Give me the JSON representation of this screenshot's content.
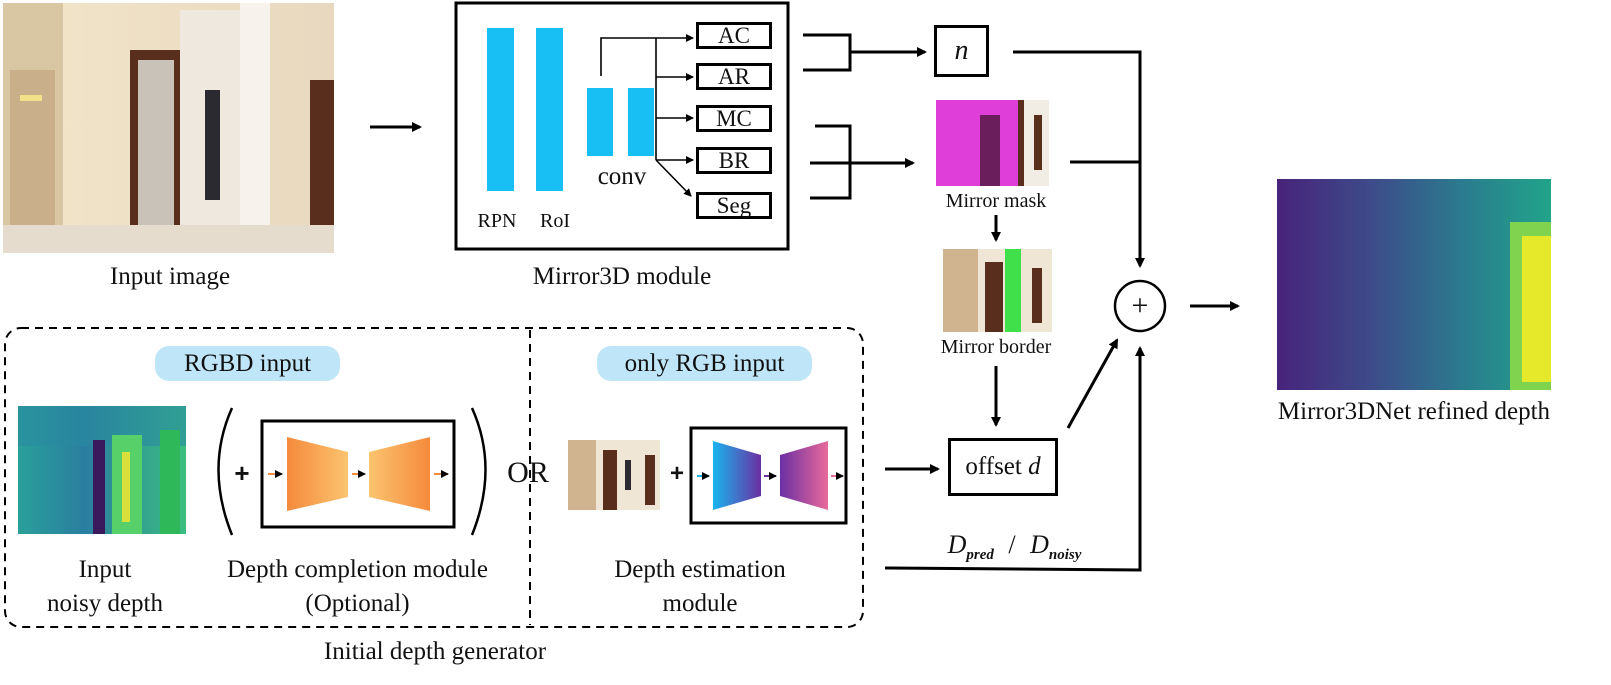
{
  "input_image": {
    "caption": "Input image"
  },
  "mirror3d_module": {
    "caption": "Mirror3D module",
    "rpn_label": "RPN",
    "roi_label": "RoI",
    "conv_label": "conv",
    "heads": [
      "AC",
      "AR",
      "MC",
      "BR",
      "Seg"
    ]
  },
  "normal": {
    "symbol": "n"
  },
  "mirror_mask": {
    "caption": "Mirror mask"
  },
  "mirror_border": {
    "caption": "Mirror border"
  },
  "offset": {
    "prefix": "offset ",
    "symbol": "d"
  },
  "plus_node": {
    "symbol": "+"
  },
  "output": {
    "caption": "Mirror3DNet refined depth"
  },
  "depth_path": {
    "d_pred_base": "D",
    "d_pred_sub": "pred",
    "separator": "/",
    "d_noisy_base": "D",
    "d_noisy_sub": "noisy"
  },
  "rgbd_section": {
    "badge": "RGBD input",
    "input_caption_line1": "Input",
    "input_caption_line2": "noisy depth",
    "module_caption_line1": "Depth completion module",
    "module_caption_line2": "(Optional)",
    "plus": "+"
  },
  "or_label": "OR",
  "rgb_section": {
    "badge": "only RGB input",
    "module_caption_line1": "Depth estimation",
    "module_caption_line2": "module",
    "plus": "+"
  },
  "generator_caption": "Initial depth generator",
  "colors": {
    "block_blue": "#18bff5",
    "badge_blue": "#bfe6f8",
    "mask_magenta": "#e03ed8",
    "border_green": "#3fe04a"
  }
}
